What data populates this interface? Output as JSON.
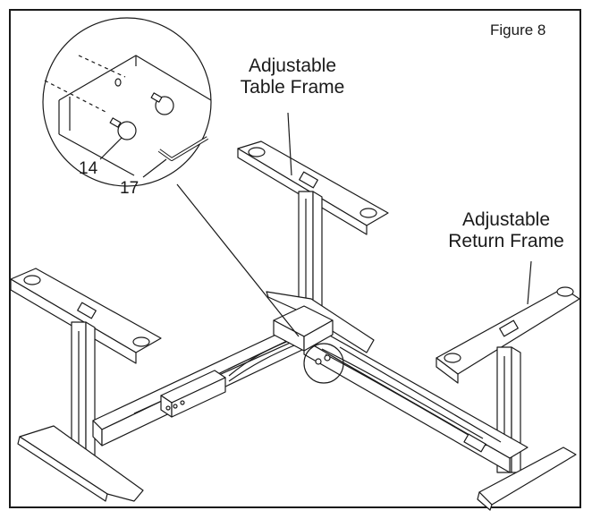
{
  "figure_label": "Figure 8",
  "labels": {
    "table_frame": [
      "Adjustable",
      "Table Frame"
    ],
    "return_frame": [
      "Adjustable",
      "Return Frame"
    ]
  },
  "callouts": {
    "screw": "14",
    "hex_key": "17"
  },
  "colors": {
    "line": "#1a1a1a",
    "background": "#ffffff"
  }
}
